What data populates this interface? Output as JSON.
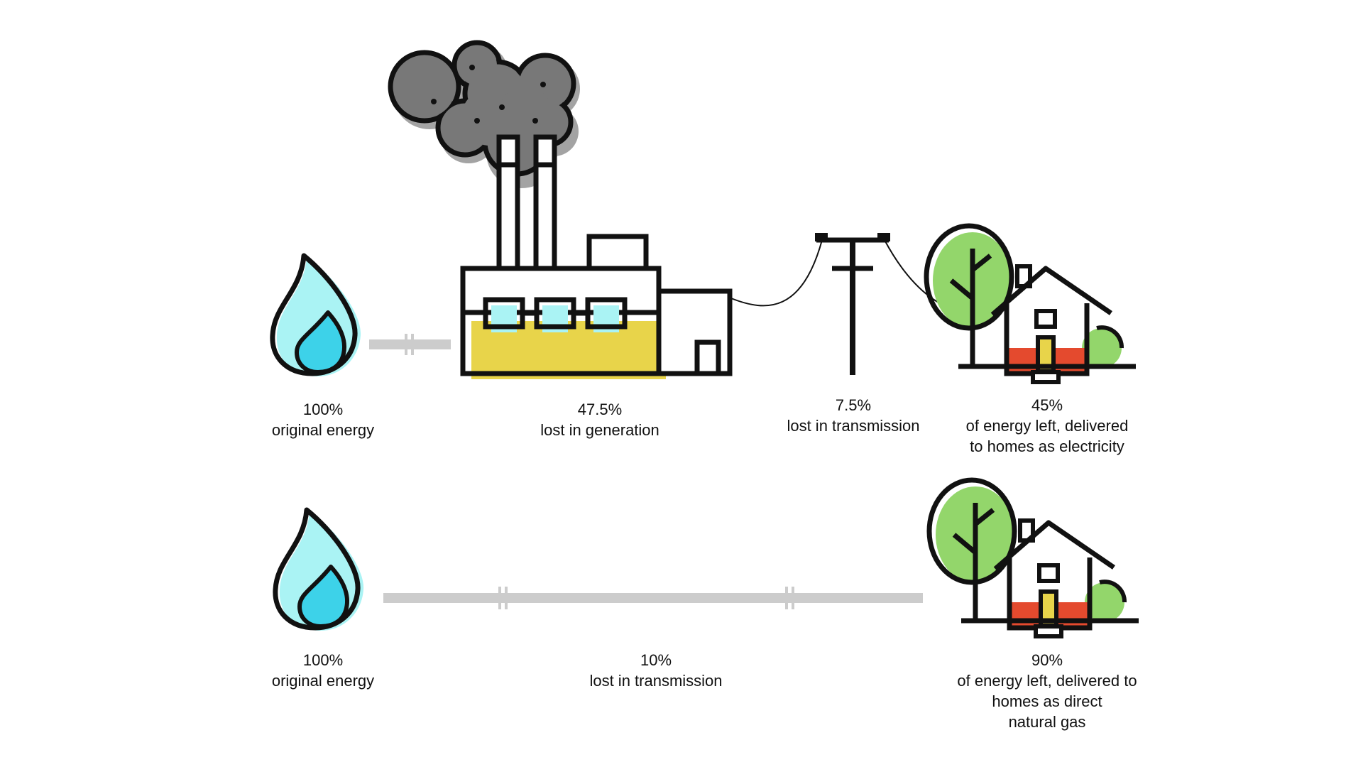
{
  "colors": {
    "outline": "#111111",
    "smoke": "#787878",
    "smoke_shadow": "#a3a3a3",
    "flame_light": "#aaf3f4",
    "flame_dark": "#3dd2e9",
    "window": "#aaf3f4",
    "generation_loss": "#e8d44a",
    "tree": "#93d66b",
    "house_base": "#e44a2e",
    "door": "#e8d44a",
    "pipe": "#cccccc"
  },
  "top_row": {
    "source": {
      "value": "100%",
      "caption": "original energy"
    },
    "generation": {
      "value": "47.5%",
      "caption": "lost in generation"
    },
    "transmission": {
      "value": "7.5%",
      "caption": "lost in transmission"
    },
    "delivered": {
      "value": "45%",
      "caption_line1": "of energy left, delivered",
      "caption_line2": "to homes as electricity"
    }
  },
  "bottom_row": {
    "source": {
      "value": "100%",
      "caption": "original energy"
    },
    "transmission": {
      "value": "10%",
      "caption": "lost in transmission"
    },
    "delivered": {
      "value": "90%",
      "caption_line1": "of energy left, delivered to",
      "caption_line2": "homes as direct",
      "caption_line3": "natural gas"
    }
  }
}
